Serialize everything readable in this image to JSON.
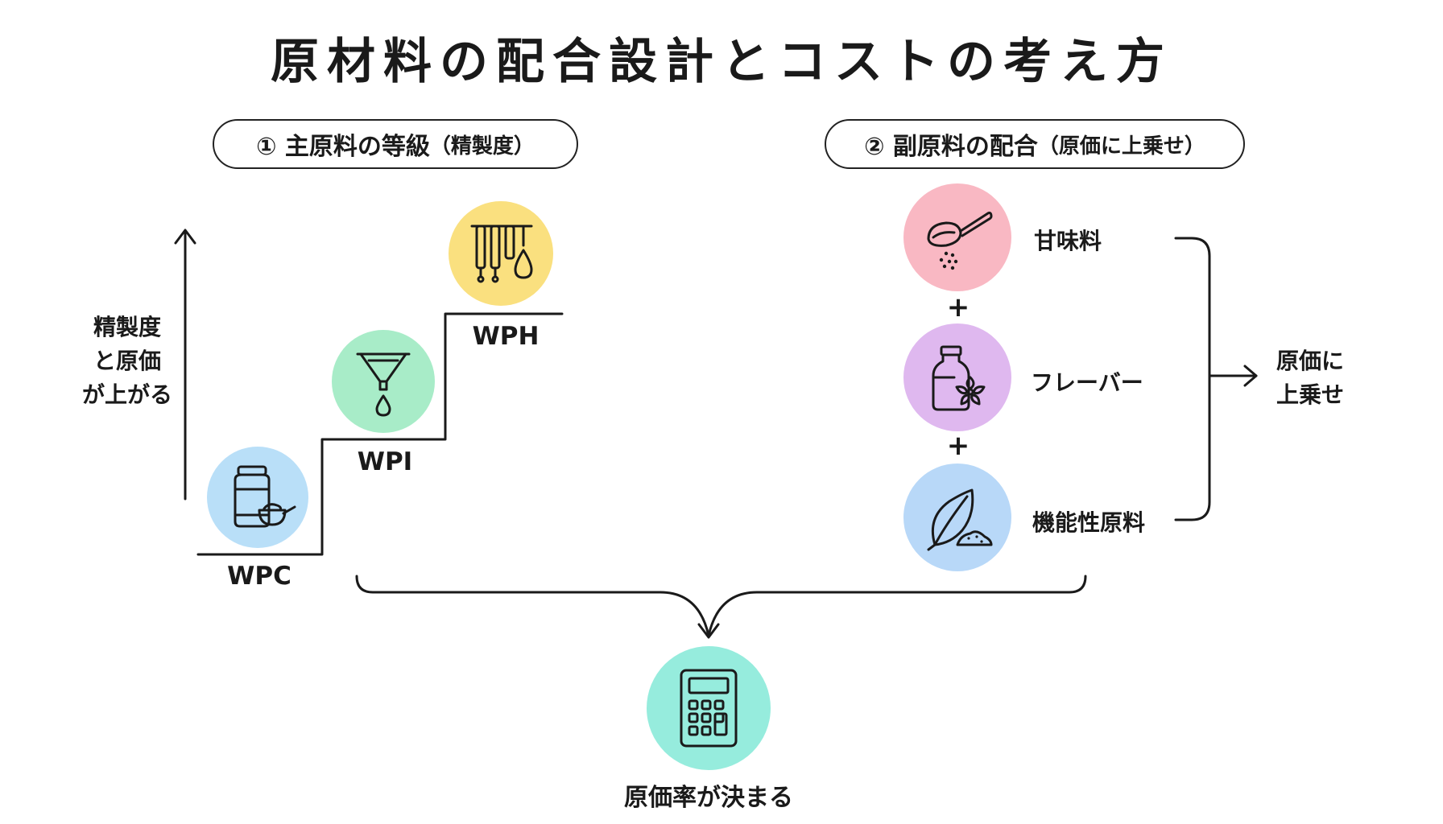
{
  "title": "原材料の配合設計とコストの考え方",
  "section1": {
    "label": "① 主原料の等級",
    "paren": "（精製度）",
    "axis_label": [
      "精製度",
      "と原価",
      "が上がる"
    ],
    "grades": [
      {
        "name": "WPC",
        "color": "#b9dff8",
        "icon": "protein-jar-scoop-icon"
      },
      {
        "name": "WPI",
        "color": "#a8ecc8",
        "icon": "filter-funnel-drop-icon"
      },
      {
        "name": "WPH",
        "color": "#fae07f",
        "icon": "hydrolysis-tubes-drop-icon"
      }
    ]
  },
  "section2": {
    "label": "② 副原料の配合",
    "paren": "（原価に上乗せ）",
    "items": [
      {
        "name": "甘味料",
        "color": "#f9b8c3",
        "icon": "sweetener-spoon-icon"
      },
      {
        "name": "フレーバー",
        "color": "#dfb8ef",
        "icon": "flavor-bottle-flower-icon"
      },
      {
        "name": "機能性原料",
        "color": "#b8d8f8",
        "icon": "leaf-powder-icon"
      }
    ],
    "plus": "+",
    "result_label": [
      "原価に",
      "上乗せ"
    ]
  },
  "result": {
    "label": "原価率が決まる",
    "color": "#96ecdd",
    "icon": "calculator-icon"
  }
}
